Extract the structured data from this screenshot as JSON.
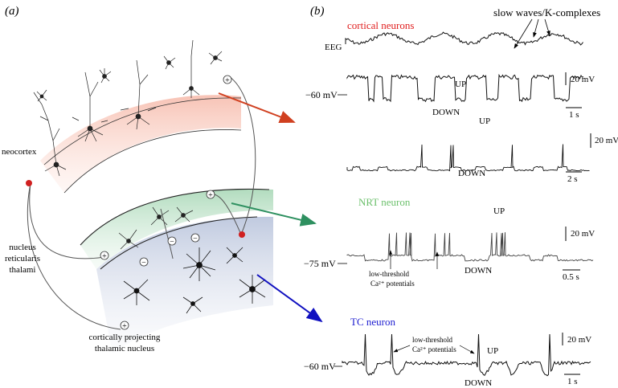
{
  "panels": {
    "a": "(a)",
    "b": "(b)"
  },
  "panel_a": {
    "neocortex": "neocortex",
    "nrt": [
      "nucleus",
      "reticularis",
      "thalami"
    ],
    "thalamic": [
      "cortically projecting",
      "thalamic nucleus"
    ],
    "plus": "+",
    "minus": "−"
  },
  "panel_b": {
    "cortical_title": "cortical neurons",
    "slow_waves": "slow waves/K-complexes",
    "eeg": "EEG",
    "v60_top": "−60 mV",
    "up1": "UP",
    "down1": "DOWN",
    "scale_20mv_1": "20 mV",
    "scale_1s_1": "1 s",
    "up2": "UP",
    "down2": "DOWN",
    "scale_20mv_2": "20 mV",
    "scale_2s": "2 s",
    "nrt_title": "NRT neuron",
    "v75": "−75 mV",
    "up3": "UP",
    "down3": "DOWN",
    "scale_20mv_3": "20 mV",
    "scale_05s": "0.5 s",
    "lt_ca_1a": "low-threshold",
    "lt_ca_1b": "Ca²⁺ potentials",
    "tc_title": "TC neuron",
    "v60_bot": "−60 mV",
    "lt_ca_2a": "low-threshold",
    "lt_ca_2b": "Ca²⁺ potentials",
    "up4": "UP",
    "down4": "DOWN",
    "scale_20mv_4": "20 mV",
    "scale_1s_2": "1 s"
  },
  "colors": {
    "cortex_band": "#f6b8a8",
    "nrt_band": "#b9dfc4",
    "thal_band": "#c6cfe2",
    "cortical_red": "#e02020",
    "nrt_green": "#6cc06c",
    "tc_blue": "#1c1cd0",
    "arrow_red": "#d04020",
    "arrow_green": "#2e9060",
    "arrow_blue": "#1010c0"
  }
}
